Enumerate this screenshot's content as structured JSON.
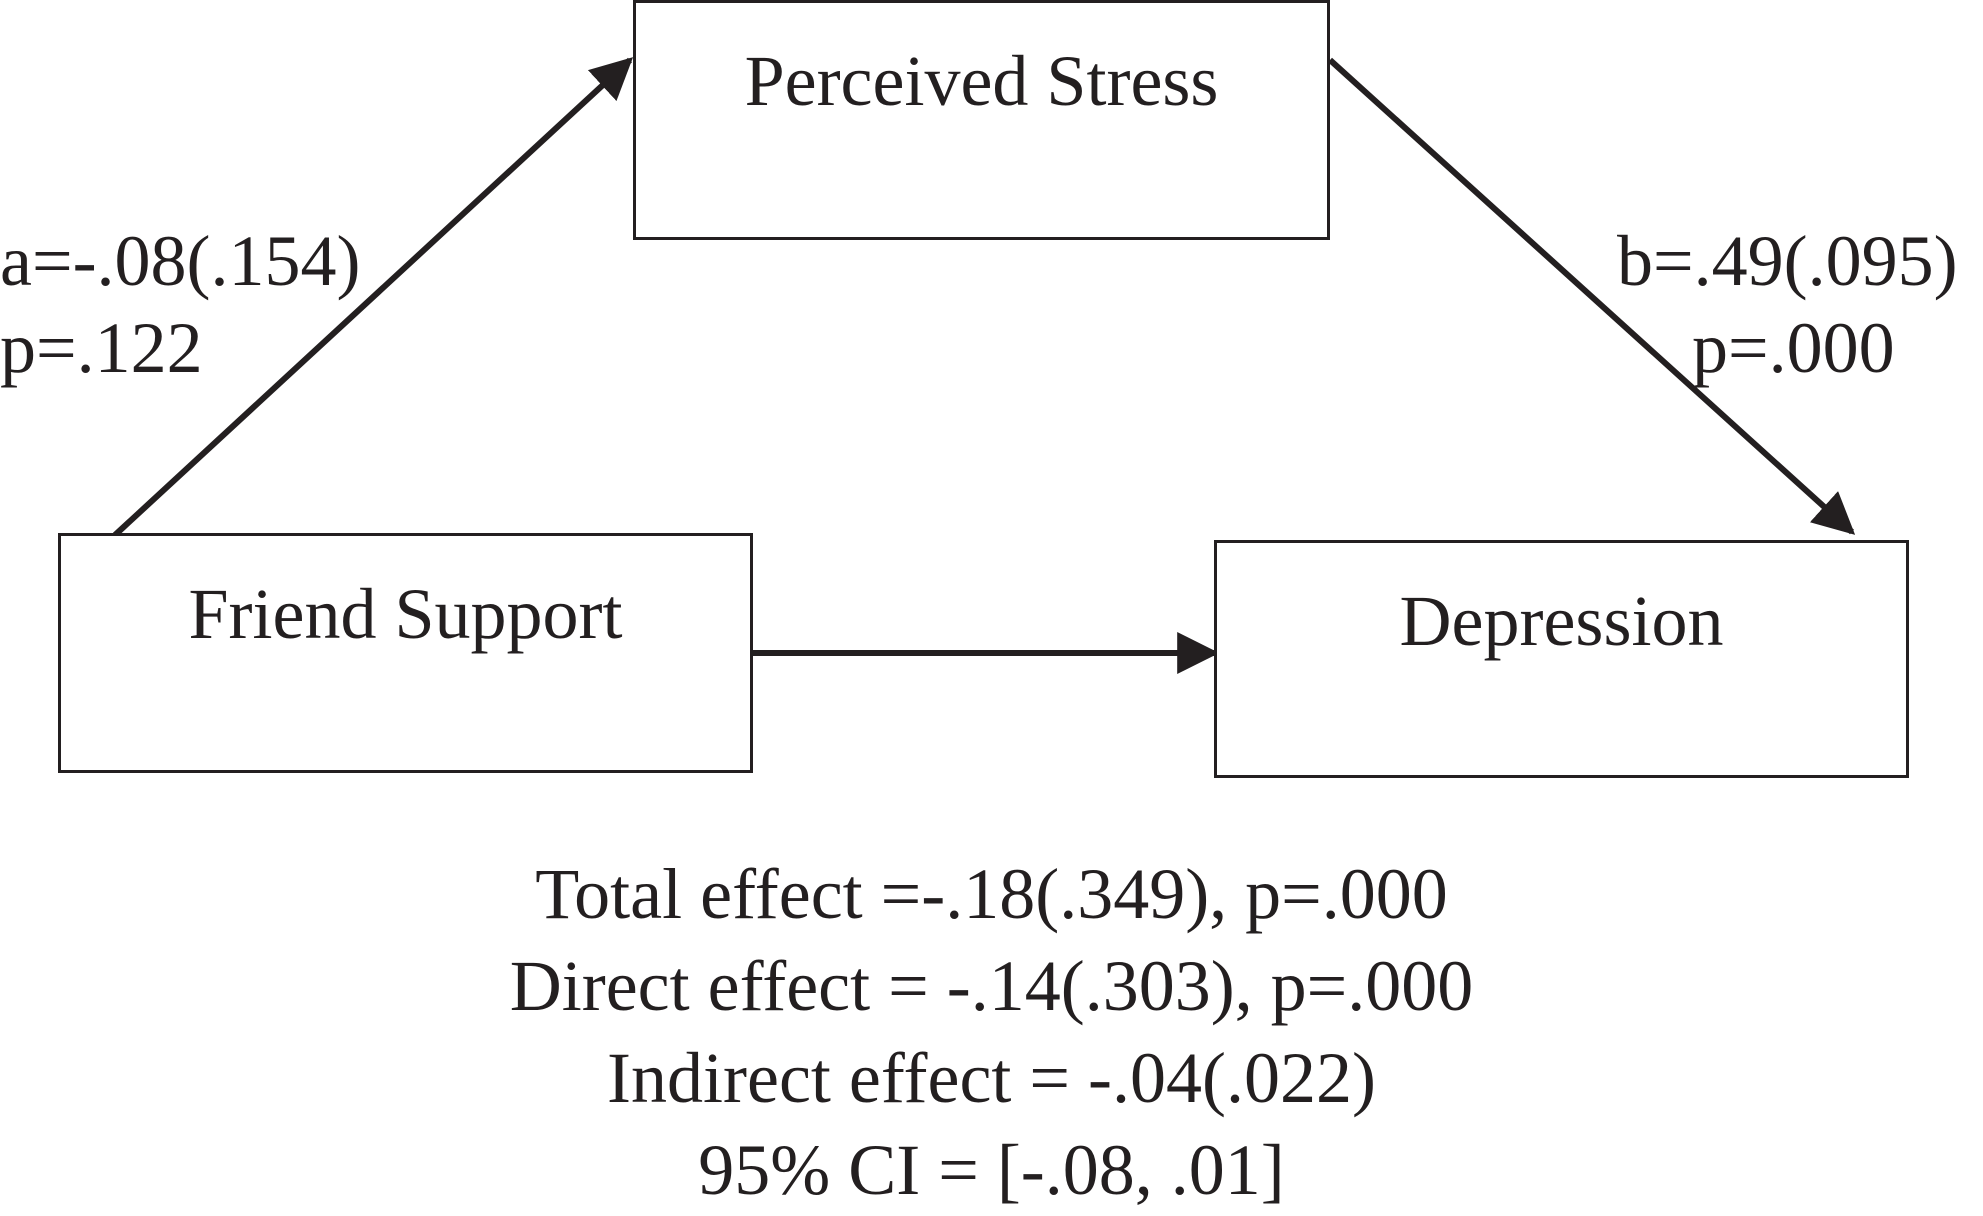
{
  "diagram": {
    "nodes": {
      "mediator": {
        "label": "Perceived Stress"
      },
      "predictor": {
        "label": "Friend Support"
      },
      "outcome": {
        "label": "Depression"
      }
    },
    "paths": {
      "a": {
        "coef": "a=-.08(.154)",
        "p": "p=.122"
      },
      "b": {
        "coef": "b=.49(.095)",
        "p": "p=.000"
      }
    },
    "results": {
      "total": "Total effect =-.18(.349), p=.000",
      "direct": "Direct effect = -.14(.303), p=.000",
      "indirect": "Indirect effect = -.04(.022)",
      "ci": "95% CI = [-.08, .01]"
    },
    "colors": {
      "ink": "#231f20",
      "background": "#ffffff"
    }
  }
}
